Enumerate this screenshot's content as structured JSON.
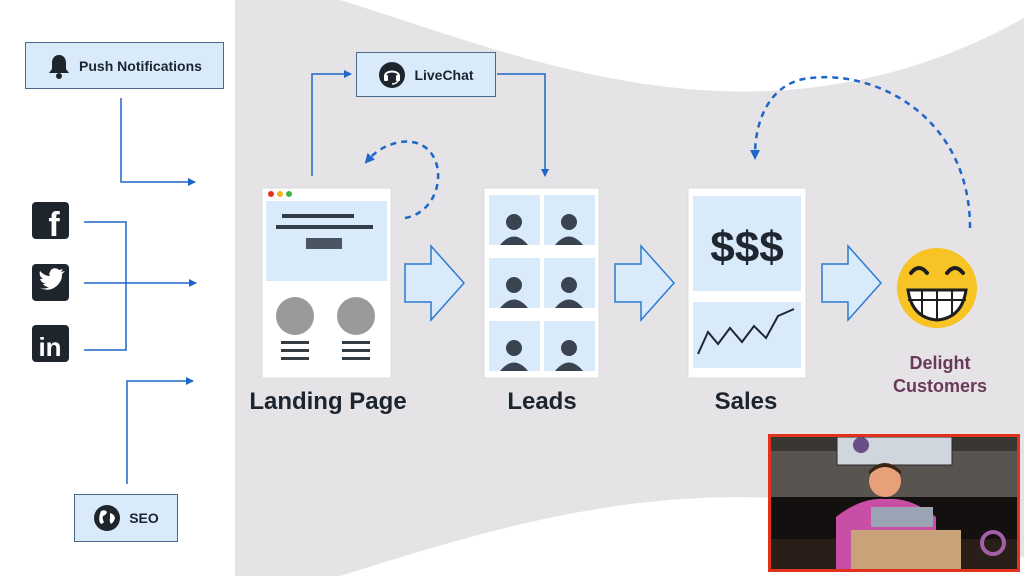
{
  "channels": {
    "push": "Push Notifications",
    "livechat": "LiveChat",
    "seo": "SEO",
    "facebook_glyph": "f",
    "linkedin_glyph": "in"
  },
  "stages": {
    "landing": "Landing Page",
    "leads": "Leads",
    "sales": "Sales",
    "sales_symbol": "$$$",
    "delight_line1": "Delight",
    "delight_line2": "Customers"
  },
  "colors": {
    "box_fill": "#d9ebfb",
    "arrow_blue": "#1f66c9",
    "funnel_gray": "#e5e3e6",
    "label_dark": "#1c2430",
    "delight_purple": "#6a3a5a",
    "smiley_yellow": "#f7c325",
    "video_border": "#e2321b"
  },
  "icons": {
    "push": "bell-icon",
    "livechat": "headset-icon",
    "seo": "globe-icon",
    "social": [
      "facebook-icon",
      "twitter-icon",
      "linkedin-icon"
    ],
    "delight": "smiley-icon"
  }
}
